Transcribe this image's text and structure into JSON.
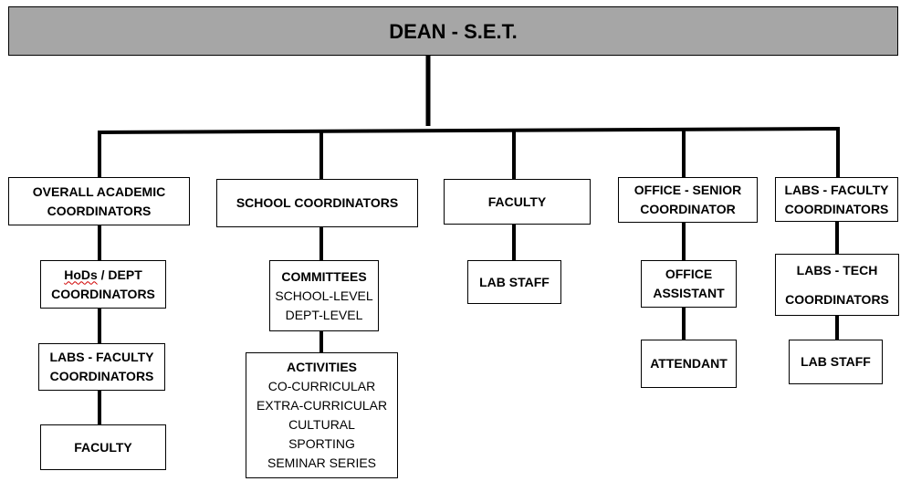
{
  "root": {
    "title": "DEAN - S.E.T."
  },
  "columns": [
    {
      "head": [
        "OVERALL ACADEMIC",
        "COORDINATORS"
      ],
      "children": [
        {
          "lines": [
            "HoDs / DEPT",
            "COORDINATORS"
          ]
        },
        {
          "lines": [
            "LABS - FACULTY",
            "COORDINATORS"
          ]
        },
        {
          "lines": [
            "FACULTY"
          ]
        }
      ]
    },
    {
      "head": [
        "SCHOOL COORDINATORS"
      ],
      "children": [
        {
          "title": "COMMITTEES",
          "items": [
            "SCHOOL-LEVEL",
            "DEPT-LEVEL"
          ]
        },
        {
          "title": "ACTIVITIES",
          "items": [
            "CO-CURRICULAR",
            "EXTRA-CURRICULAR",
            "CULTURAL",
            "SPORTING",
            "SEMINAR SERIES"
          ]
        }
      ]
    },
    {
      "head": [
        "FACULTY"
      ],
      "children": [
        {
          "lines": [
            "LAB STAFF"
          ]
        }
      ]
    },
    {
      "head": [
        "OFFICE - SENIOR",
        "COORDINATOR"
      ],
      "children": [
        {
          "lines": [
            "OFFICE",
            "ASSISTANT"
          ]
        },
        {
          "lines": [
            "ATTENDANT"
          ]
        }
      ]
    },
    {
      "head": [
        "LABS - FACULTY",
        "COORDINATORS"
      ],
      "children": [
        {
          "lines": [
            "LABS - TECH",
            "COORDINATORS"
          ]
        },
        {
          "lines": [
            "LAB STAFF"
          ]
        }
      ]
    }
  ],
  "colors": {
    "root_fill": "#a6a6a6",
    "line": "#000000",
    "spellcheck": "#d00000"
  }
}
